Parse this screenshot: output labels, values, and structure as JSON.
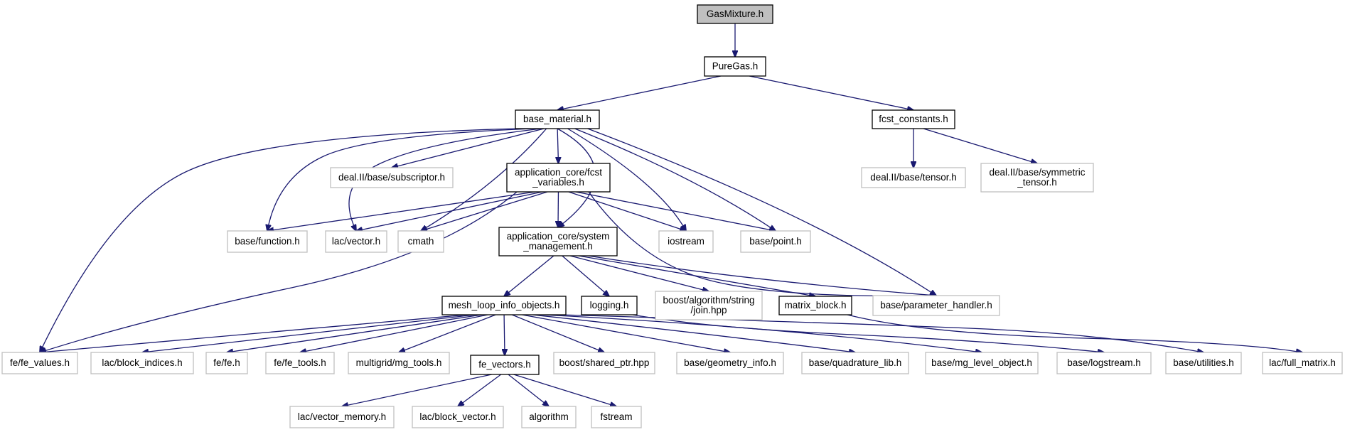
{
  "nodes": {
    "gasmixture": {
      "lines": [
        "GasMixture.h"
      ],
      "kind": "root"
    },
    "puregas": {
      "lines": [
        "PureGas.h"
      ],
      "kind": "local"
    },
    "base_material": {
      "lines": [
        "base_material.h"
      ],
      "kind": "local"
    },
    "fcst_constants": {
      "lines": [
        "fcst_constants.h"
      ],
      "kind": "local"
    },
    "fcst_variables": {
      "lines": [
        "application_core/fcst",
        "_variables.h"
      ],
      "kind": "local"
    },
    "system_management": {
      "lines": [
        "application_core/system",
        "_management.h"
      ],
      "kind": "local"
    },
    "mesh_loop": {
      "lines": [
        "mesh_loop_info_objects.h"
      ],
      "kind": "local"
    },
    "logging": {
      "lines": [
        "logging.h"
      ],
      "kind": "local"
    },
    "matrix_block": {
      "lines": [
        "matrix_block.h"
      ],
      "kind": "local"
    },
    "fe_vectors": {
      "lines": [
        "fe_vectors.h"
      ],
      "kind": "local"
    },
    "subscriptor": {
      "lines": [
        "deal.II/base/subscriptor.h"
      ],
      "kind": "ext"
    },
    "tensor": {
      "lines": [
        "deal.II/base/tensor.h"
      ],
      "kind": "ext"
    },
    "symmetric_tensor": {
      "lines": [
        "deal.II/base/symmetric",
        "_tensor.h"
      ],
      "kind": "ext"
    },
    "function": {
      "lines": [
        "base/function.h"
      ],
      "kind": "ext"
    },
    "lac_vector": {
      "lines": [
        "lac/vector.h"
      ],
      "kind": "ext"
    },
    "cmath": {
      "lines": [
        "cmath"
      ],
      "kind": "ext"
    },
    "iostream": {
      "lines": [
        "iostream"
      ],
      "kind": "ext"
    },
    "point": {
      "lines": [
        "base/point.h"
      ],
      "kind": "ext"
    },
    "boost_join": {
      "lines": [
        "boost/algorithm/string",
        "/join.hpp"
      ],
      "kind": "ext"
    },
    "parameter_handler": {
      "lines": [
        "base/parameter_handler.h"
      ],
      "kind": "ext"
    },
    "fe_values": {
      "lines": [
        "fe/fe_values.h"
      ],
      "kind": "ext"
    },
    "block_indices": {
      "lines": [
        "lac/block_indices.h"
      ],
      "kind": "ext"
    },
    "fe": {
      "lines": [
        "fe/fe.h"
      ],
      "kind": "ext"
    },
    "fe_tools": {
      "lines": [
        "fe/fe_tools.h"
      ],
      "kind": "ext"
    },
    "mg_tools": {
      "lines": [
        "multigrid/mg_tools.h"
      ],
      "kind": "ext"
    },
    "shared_ptr": {
      "lines": [
        "boost/shared_ptr.hpp"
      ],
      "kind": "ext"
    },
    "geometry_info": {
      "lines": [
        "base/geometry_info.h"
      ],
      "kind": "ext"
    },
    "quadrature_lib": {
      "lines": [
        "base/quadrature_lib.h"
      ],
      "kind": "ext"
    },
    "mg_level_object": {
      "lines": [
        "base/mg_level_object.h"
      ],
      "kind": "ext"
    },
    "logstream": {
      "lines": [
        "base/logstream.h"
      ],
      "kind": "ext"
    },
    "utilities": {
      "lines": [
        "base/utilities.h"
      ],
      "kind": "ext"
    },
    "full_matrix": {
      "lines": [
        "lac/full_matrix.h"
      ],
      "kind": "ext"
    },
    "vector_memory": {
      "lines": [
        "lac/vector_memory.h"
      ],
      "kind": "ext"
    },
    "block_vector": {
      "lines": [
        "lac/block_vector.h"
      ],
      "kind": "ext"
    },
    "algorithm": {
      "lines": [
        "algorithm"
      ],
      "kind": "ext"
    },
    "fstream": {
      "lines": [
        "fstream"
      ],
      "kind": "ext"
    }
  },
  "edges": [
    [
      "gasmixture",
      "puregas"
    ],
    [
      "puregas",
      "base_material"
    ],
    [
      "puregas",
      "fcst_constants"
    ],
    [
      "fcst_constants",
      "tensor"
    ],
    [
      "fcst_constants",
      "symmetric_tensor"
    ],
    [
      "base_material",
      "fe_values"
    ],
    [
      "base_material",
      "function"
    ],
    [
      "base_material",
      "lac_vector"
    ],
    [
      "base_material",
      "subscriptor"
    ],
    [
      "base_material",
      "fcst_variables"
    ],
    [
      "base_material",
      "cmath"
    ],
    [
      "base_material",
      "system_management"
    ],
    [
      "base_material",
      "iostream"
    ],
    [
      "base_material",
      "point"
    ],
    [
      "base_material",
      "parameter_handler"
    ],
    [
      "fcst_variables",
      "function"
    ],
    [
      "fcst_variables",
      "lac_vector"
    ],
    [
      "fcst_variables",
      "cmath"
    ],
    [
      "fcst_variables",
      "system_management"
    ],
    [
      "fcst_variables",
      "iostream"
    ],
    [
      "fcst_variables",
      "point"
    ],
    [
      "fcst_variables",
      "fe_values"
    ],
    [
      "fcst_variables",
      "parameter_handler"
    ],
    [
      "system_management",
      "mesh_loop"
    ],
    [
      "system_management",
      "logging"
    ],
    [
      "system_management",
      "boost_join"
    ],
    [
      "system_management",
      "matrix_block"
    ],
    [
      "system_management",
      "parameter_handler"
    ],
    [
      "mesh_loop",
      "fe_values"
    ],
    [
      "mesh_loop",
      "block_indices"
    ],
    [
      "mesh_loop",
      "fe"
    ],
    [
      "mesh_loop",
      "fe_tools"
    ],
    [
      "mesh_loop",
      "mg_tools"
    ],
    [
      "mesh_loop",
      "fe_vectors"
    ],
    [
      "mesh_loop",
      "shared_ptr"
    ],
    [
      "mesh_loop",
      "geometry_info"
    ],
    [
      "mesh_loop",
      "quadrature_lib"
    ],
    [
      "mesh_loop",
      "mg_level_object"
    ],
    [
      "mesh_loop",
      "utilities"
    ],
    [
      "logging",
      "logstream"
    ],
    [
      "matrix_block",
      "full_matrix"
    ],
    [
      "fe_vectors",
      "vector_memory"
    ],
    [
      "fe_vectors",
      "block_vector"
    ],
    [
      "fe_vectors",
      "algorithm"
    ],
    [
      "fe_vectors",
      "fstream"
    ]
  ]
}
